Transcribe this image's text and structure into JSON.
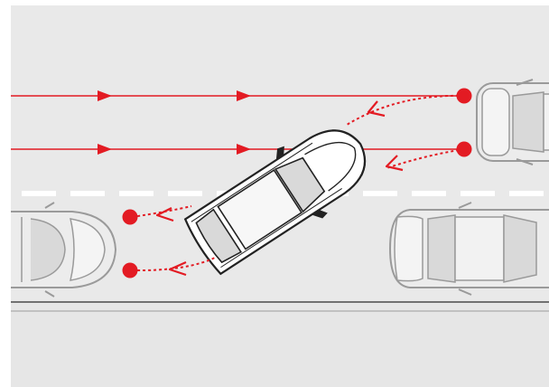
{
  "diagram": {
    "subject": "parking-space-detection",
    "colors": {
      "road": "#e9e9e9",
      "curb_area": "#e6e6e6",
      "lane_marking": "#ffffff",
      "sensor_red": "#e31b23",
      "car_body": "#ffffff",
      "car_outline": "#222222",
      "parked_car_body": "#ececec",
      "parked_car_outline": "#9a9a9a",
      "glass": "#d9d9d9"
    },
    "elements": {
      "vehicles": [
        "reversing-car",
        "parked-car-front-left",
        "parked-car-rear-right",
        "parked-car-upper-right"
      ],
      "sensor_paths": [
        "straight-sensor-line",
        "straight-sensor-line",
        "dotted-detection-arc",
        "dotted-detection-arc",
        "dotted-detection-arc",
        "dotted-detection-arc"
      ]
    }
  }
}
